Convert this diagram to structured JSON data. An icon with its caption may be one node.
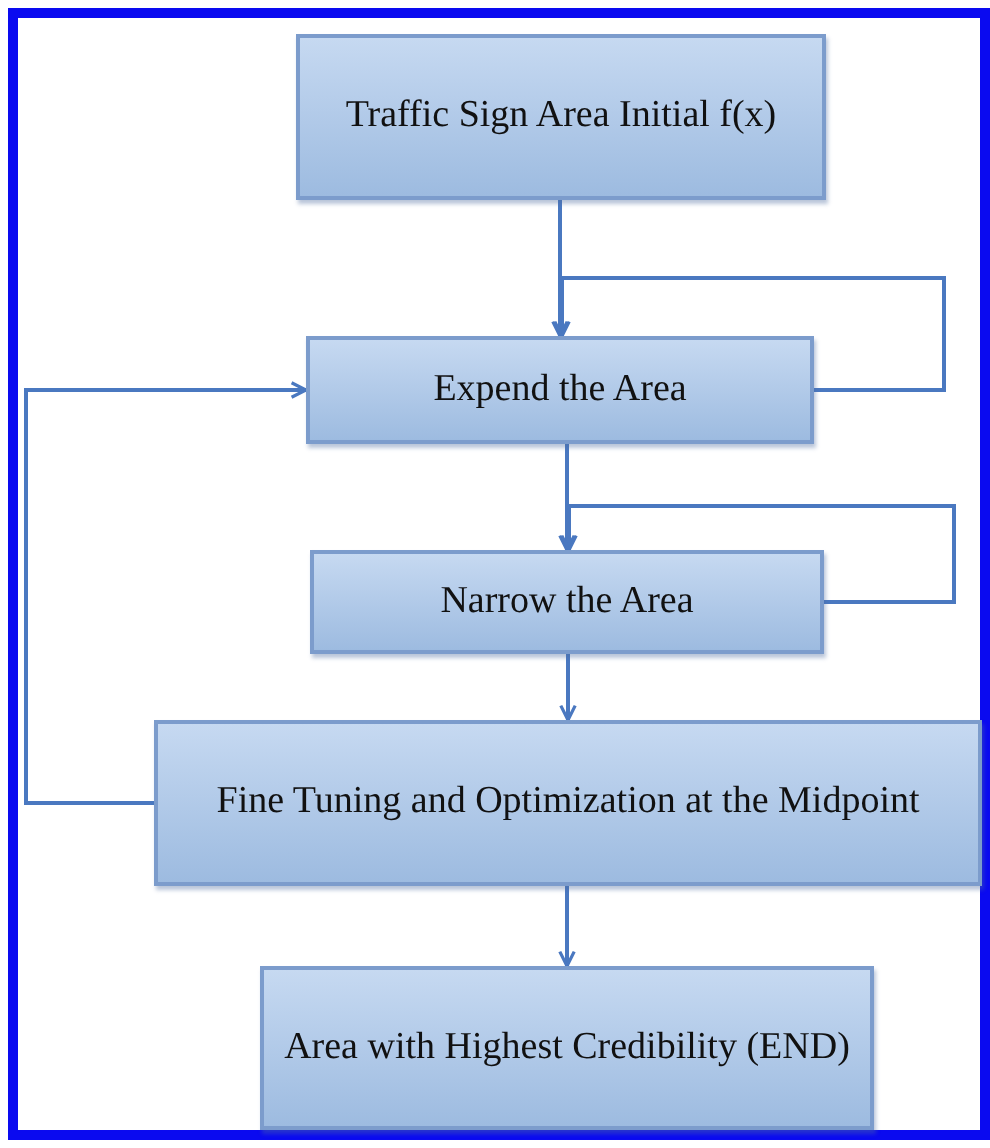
{
  "diagram": {
    "nodes": [
      {
        "text": [
          "Traffic Sign Area Initial f(x)"
        ]
      },
      {
        "text": [
          "Expend the Area"
        ]
      },
      {
        "text": [
          "Narrow the Area"
        ]
      },
      {
        "text": [
          "Fine Tuning and Optimization at the Midpoint"
        ]
      },
      {
        "text": [
          "Area with Highest Credibility (END)"
        ]
      }
    ],
    "edges": [
      {
        "from": 0,
        "to": 1,
        "arrow": "to"
      },
      {
        "from": 1,
        "to": 1,
        "arrow": "to"
      },
      {
        "from": 1,
        "to": 2,
        "arrow": "to"
      },
      {
        "from": 2,
        "to": 2,
        "arrow": "to"
      },
      {
        "from": 2,
        "to": 3,
        "arrow": "to"
      },
      {
        "from": 3,
        "to": 1,
        "arrow": "to"
      },
      {
        "from": 3,
        "to": 4,
        "arrow": "to"
      }
    ]
  }
}
